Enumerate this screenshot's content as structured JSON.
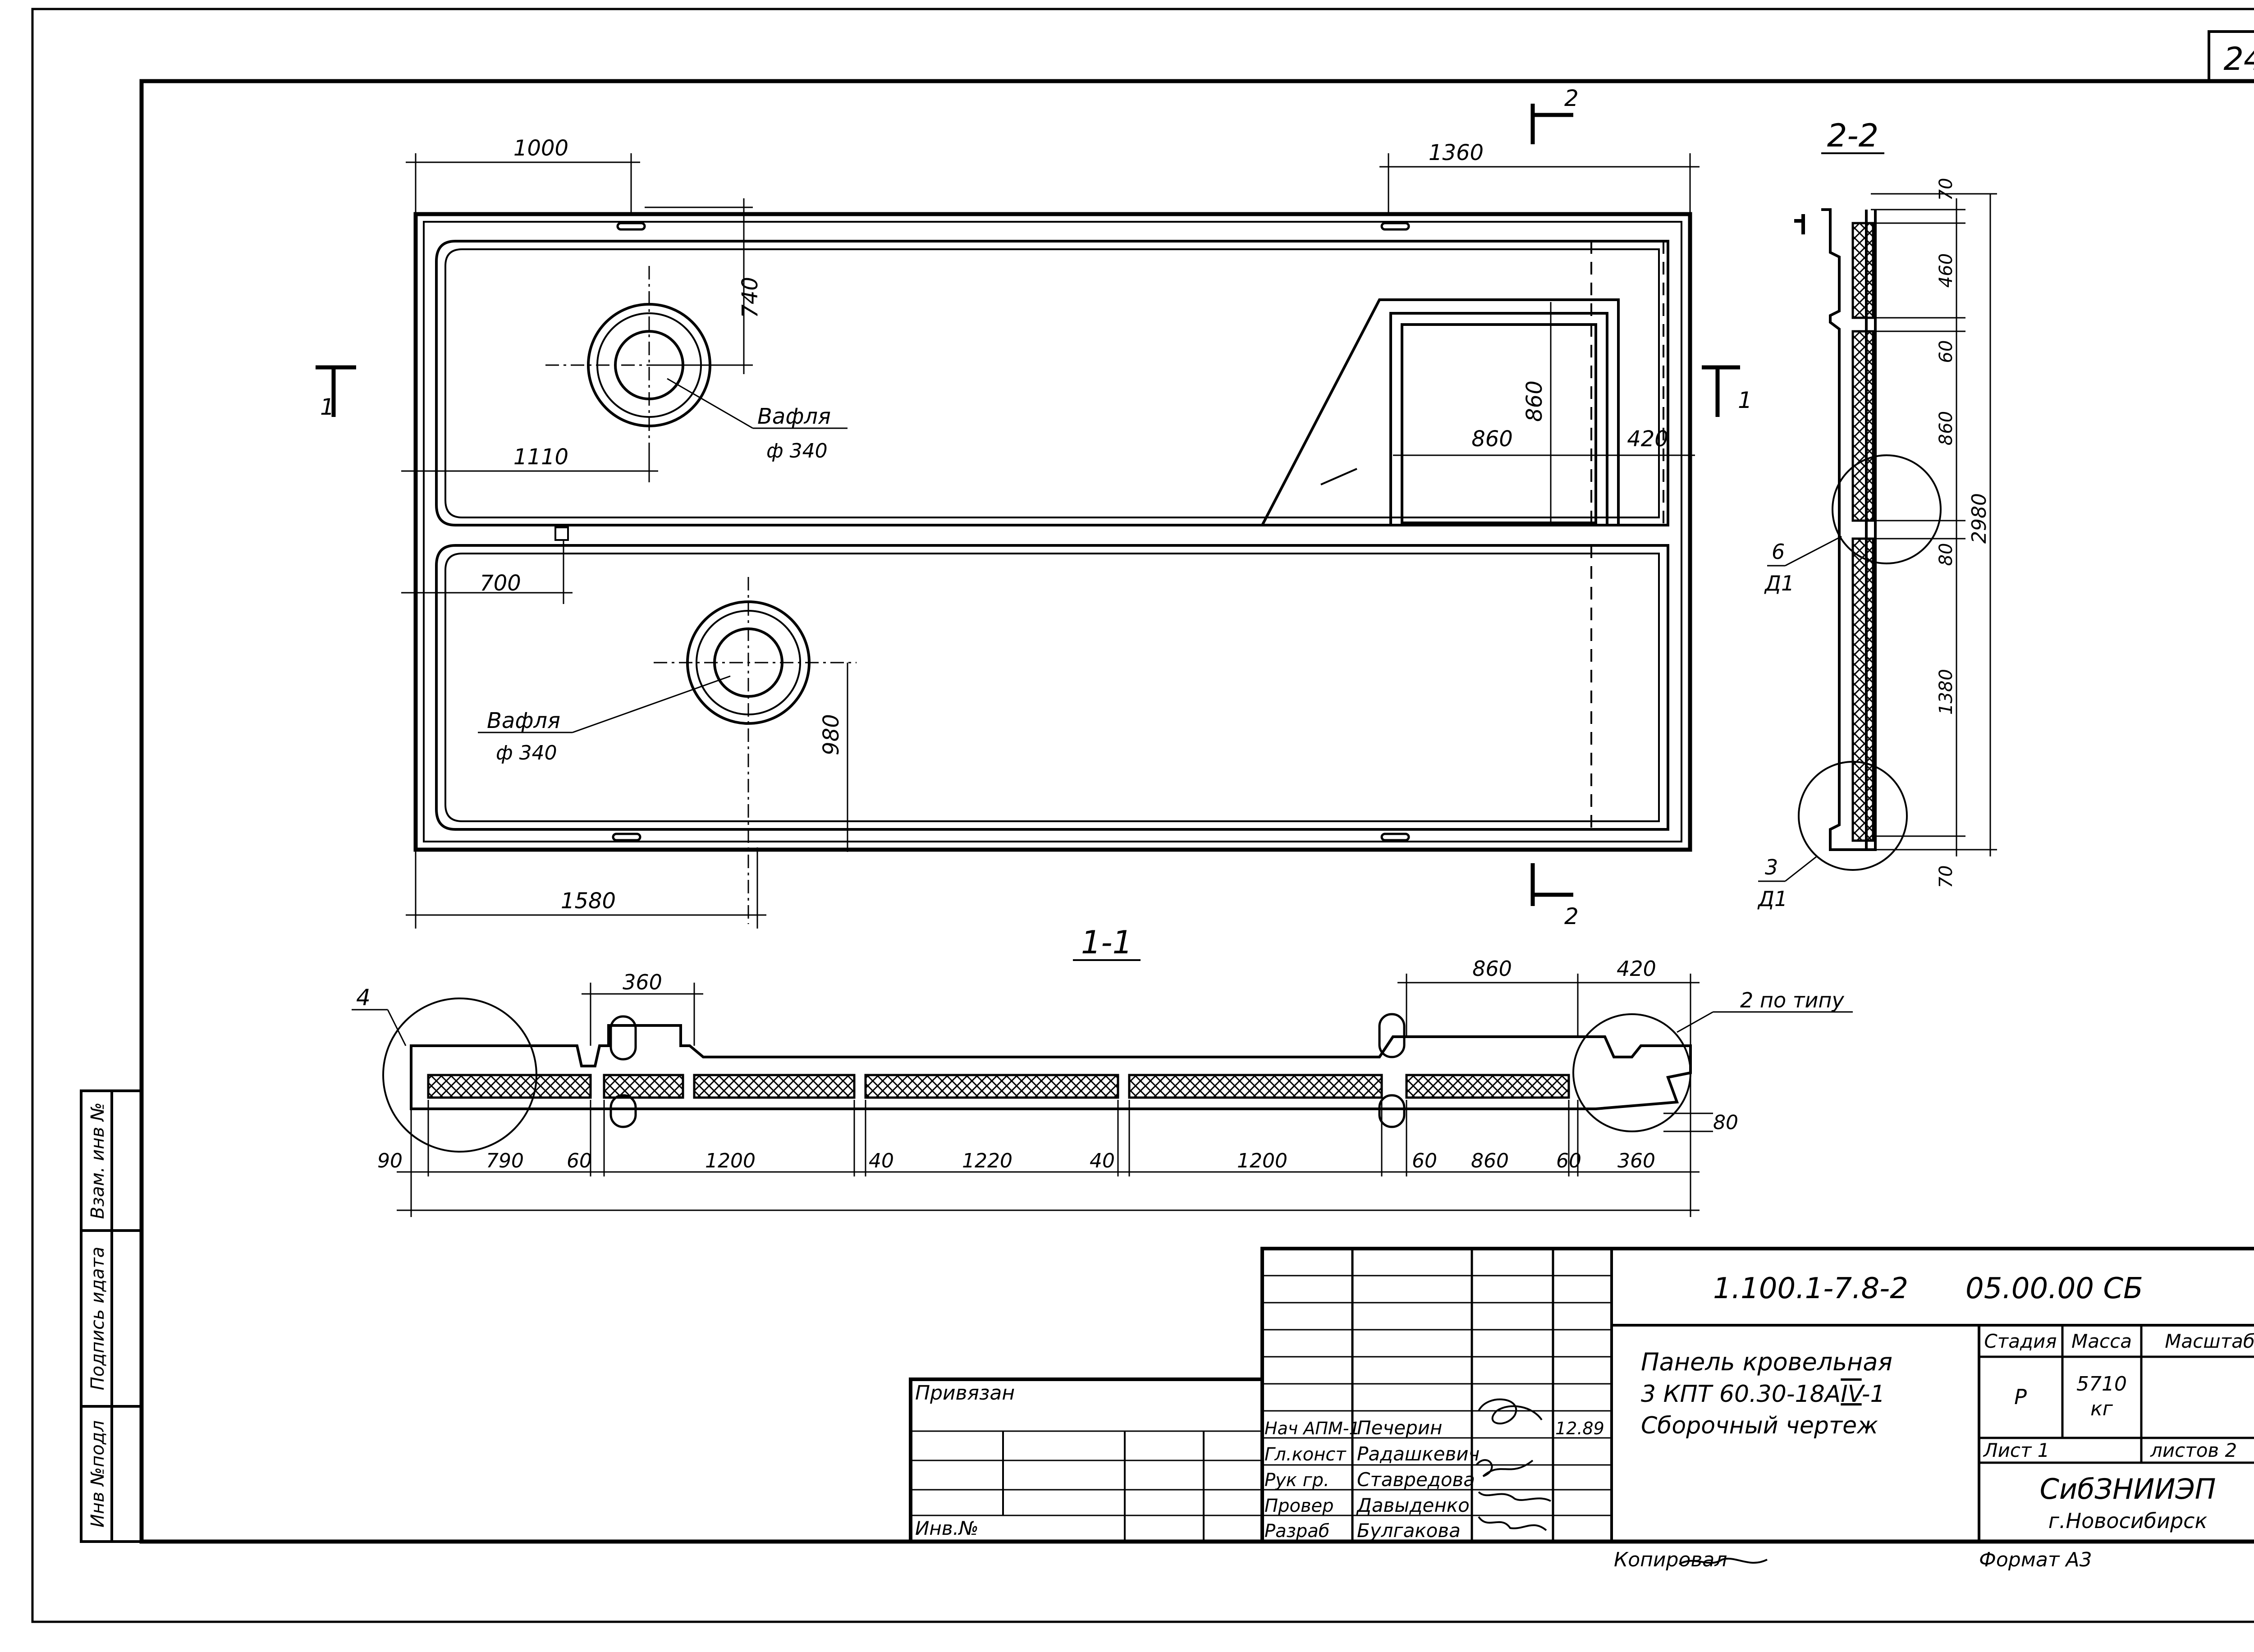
{
  "sheet": {
    "page_number": "24"
  },
  "plan": {
    "dims": {
      "d1000": "1000",
      "d1360": "1360",
      "d740": "740",
      "d860v": "860",
      "d860h": "860",
      "d420": "420",
      "d1110": "1110",
      "d700": "700",
      "d980": "980",
      "d1580": "1580"
    },
    "callouts": {
      "waffle_top": {
        "name": "Вафля",
        "size": "ф 340"
      },
      "waffle_bottom": {
        "name": "Вафля",
        "size": "ф 340"
      }
    },
    "section_marks": {
      "one": "1",
      "two": "2"
    }
  },
  "section22": {
    "title": "2-2",
    "dims": [
      "70",
      "460",
      "60",
      "860",
      "80",
      "1380",
      "70"
    ],
    "overall": "2980",
    "node6": {
      "num": "6",
      "sheet": "Д1"
    },
    "node3": {
      "num": "3",
      "sheet": "Д1"
    }
  },
  "section11": {
    "title": "1-1",
    "top_dims": {
      "d360": "360",
      "d860": "860",
      "d420": "420"
    },
    "bottom_dims": [
      "90",
      "790",
      "60",
      "1200",
      "40",
      "1220",
      "40",
      "1200",
      "60",
      "860",
      "60",
      "360"
    ],
    "side_dim": "80",
    "node4": "4",
    "node2": "2 по типу"
  },
  "side_stamp": [
    "Инв №подл",
    "Подпись идата",
    "Взам. инв №"
  ],
  "title_block": {
    "code": "1.100.1-7.8-2",
    "code2": "05.00.00 СБ",
    "name_line1": "Панель кровельная",
    "name_line2": "3 КПТ 60.30-18А",
    "steel_class": "IV",
    "name_line2_suffix": "-1",
    "name_line3": "Сборочный чертеж",
    "headers": {
      "stage": "Стадия",
      "mass": "Масса",
      "scale": "Масштаб"
    },
    "stage": "Р",
    "mass_value": "5710",
    "mass_unit": "кг",
    "sheet_label": "Лист 1",
    "sheets_label": "листов 2",
    "org": "СибЗНИИЭП",
    "city": "г.Новосибирск",
    "bound": "Привязан",
    "inv": "Инв.№",
    "date": "12.89",
    "roles": [
      {
        "role": "Нач АПМ-1",
        "name": "Печерин"
      },
      {
        "role": "Гл.конст",
        "name": "Радашкевич"
      },
      {
        "role": "Рук гр.",
        "name": "Ставредова"
      },
      {
        "role": "Провер",
        "name": "Давыденко"
      },
      {
        "role": "Разраб",
        "name": "Булгакова"
      }
    ],
    "copied_label": "Копировал",
    "format": "Формат А3"
  }
}
